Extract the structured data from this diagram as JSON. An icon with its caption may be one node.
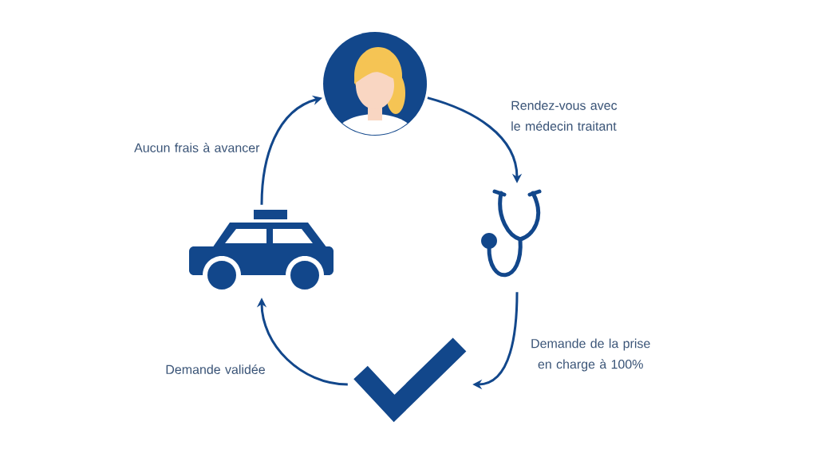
{
  "diagram": {
    "nodes": [
      {
        "text": [],
        "shape": "person"
      },
      {
        "text": [],
        "shape": "picture"
      },
      {
        "text": [],
        "shape": "picture"
      },
      {
        "text": [],
        "shape": "picture"
      }
    ],
    "edges": [
      {
        "from": 0,
        "to": 1,
        "arrow": "to",
        "label": "Rendez-vous avec le médecin traitant"
      },
      {
        "from": 1,
        "to": 2,
        "arrow": "to",
        "label": "Demande de la prise en charge à 100%"
      },
      {
        "from": 2,
        "to": 3,
        "arrow": "to",
        "label": "Demande validée"
      },
      {
        "from": 3,
        "to": 0,
        "arrow": "to",
        "label": "Aucun frais à avancer"
      }
    ]
  }
}
